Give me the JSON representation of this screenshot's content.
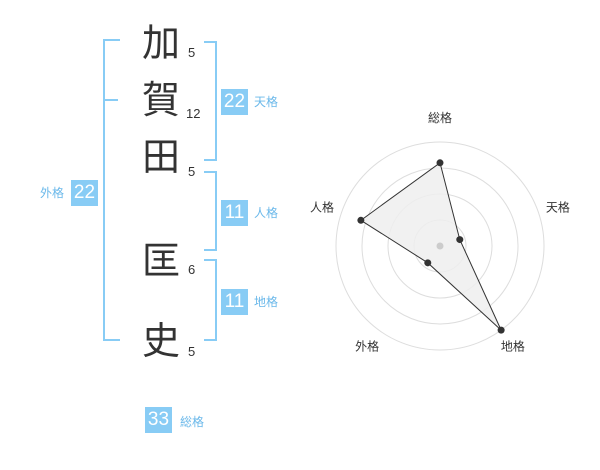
{
  "name": {
    "chars": [
      {
        "char": "加",
        "strokes": "5"
      },
      {
        "char": "賀",
        "strokes": "12"
      },
      {
        "char": "田",
        "strokes": "5"
      },
      {
        "char": "匡",
        "strokes": "6"
      },
      {
        "char": "史",
        "strokes": "5"
      }
    ]
  },
  "grades": {
    "tenkaku": {
      "value": "22",
      "label": "天格"
    },
    "jinkaku": {
      "value": "11",
      "label": "人格"
    },
    "chikaku": {
      "value": "11",
      "label": "地格"
    },
    "gaikaku": {
      "value": "22",
      "label": "外格"
    },
    "soukaku": {
      "value": "33",
      "label": "総格"
    }
  },
  "colors": {
    "accent": "#88ccf5",
    "accent_text": "#6ab8ea",
    "text": "#333333",
    "bracket": "#88ccf5",
    "radar_fill": "#eeeeee",
    "grid": "#dddddd"
  },
  "chart_data": {
    "type": "radar",
    "axes": [
      "総格",
      "天格",
      "地格",
      "外格",
      "人格"
    ],
    "values": [
      0.8,
      0.2,
      1.0,
      0.2,
      0.8
    ],
    "range": [
      0,
      1
    ],
    "rings": 4,
    "grid": true
  }
}
